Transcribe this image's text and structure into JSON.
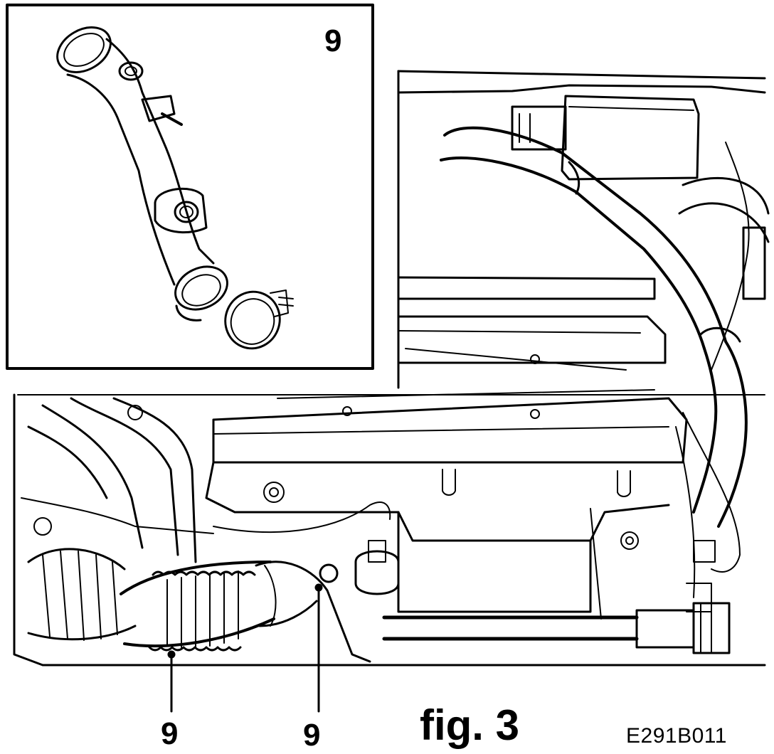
{
  "inset": {
    "part_number": "9"
  },
  "callouts": {
    "left": "9",
    "right": "9"
  },
  "caption": "fig. 3",
  "drawing_code": "E291B011"
}
